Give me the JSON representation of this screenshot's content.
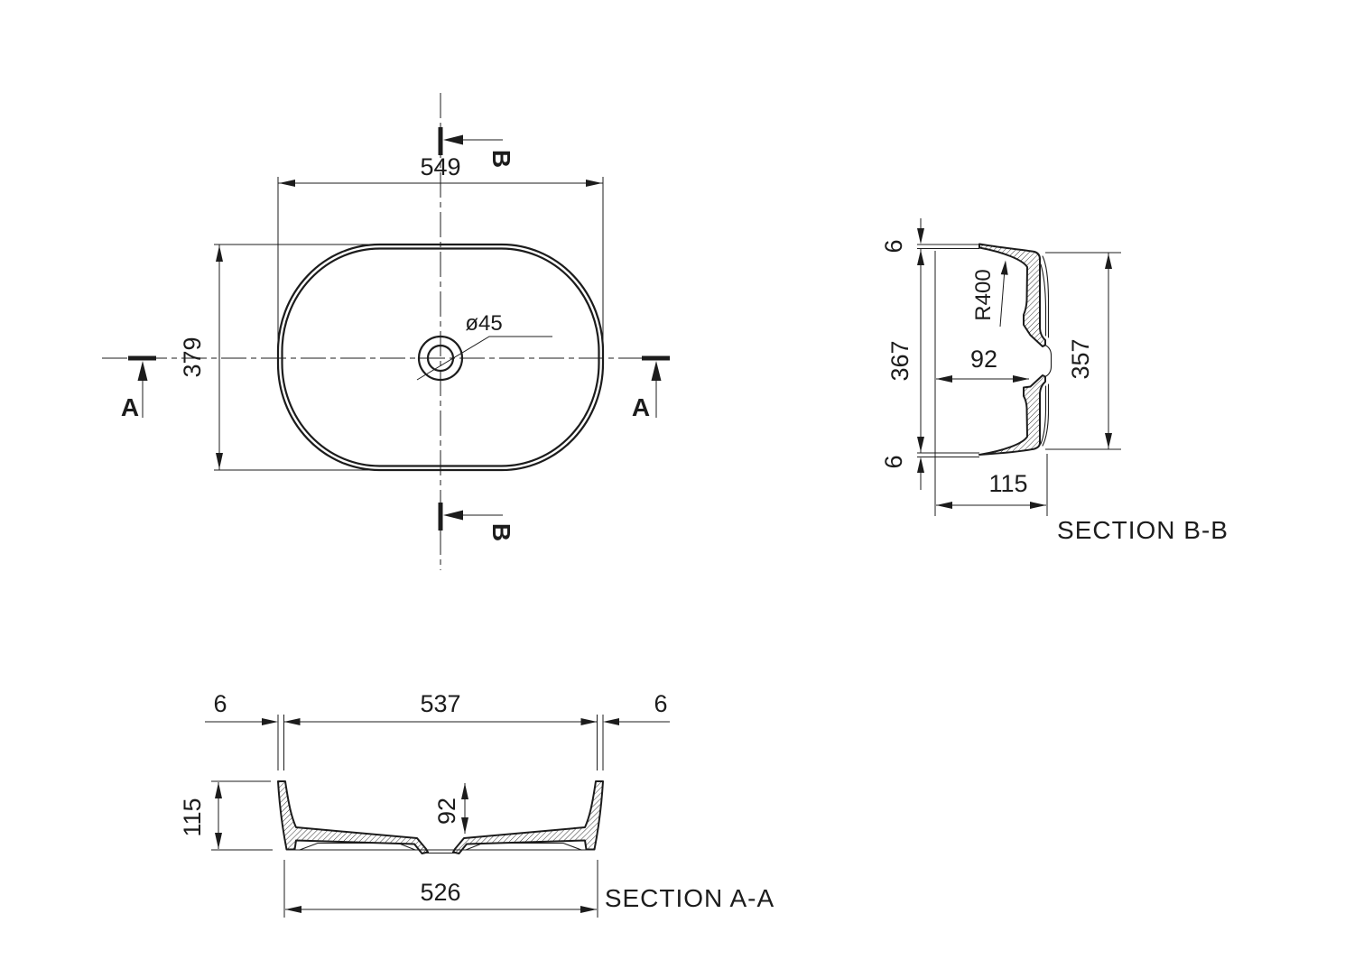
{
  "colors": {
    "ink": "#1c1c1c",
    "paper": "#ffffff"
  },
  "plan_view": {
    "width": "549",
    "depth": "379",
    "drain": "ø45",
    "section_a": "A",
    "section_b": "B"
  },
  "section_bb": {
    "label": "SECTION B-B",
    "rim_top": "6",
    "inner_depth": "367",
    "rim_bottom": "6",
    "bowl_depth": "357",
    "radius": "R400",
    "inner_height": "92",
    "overall_height": "115"
  },
  "section_aa": {
    "label": "SECTION A-A",
    "rim_left": "6",
    "inner_width": "537",
    "rim_right": "6",
    "overall_height": "115",
    "inner_height": "92",
    "base_width": "526"
  }
}
